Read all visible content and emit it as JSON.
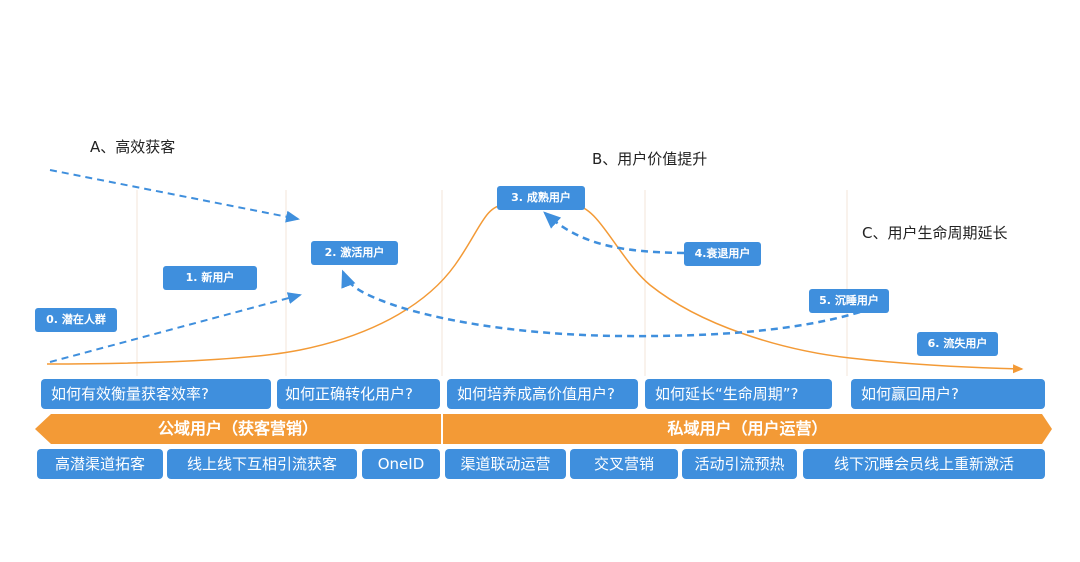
{
  "headings": {
    "a": "A、高效获客",
    "b": "B、用户价值提升",
    "c": "C、用户生命周期延长"
  },
  "stages": [
    "0. 潜在人群",
    "1. 新用户",
    "2. 激活用户",
    "3. 成熟用户",
    "4.衰退用户",
    "5. 沉睡用户",
    "6. 流失用户"
  ],
  "questions": [
    "如何有效衡量获客效率?",
    "如何正确转化用户?",
    "如何培养成高价值用户?",
    "如何延长“生命周期”?",
    "如何赢回用户?"
  ],
  "banners": {
    "public": "公域用户（获客营销）",
    "private": "私域用户（用户运营）"
  },
  "tactics": [
    "高潜渠道拓客",
    "线上线下互相引流获客",
    "OneID",
    "渠道联动运营",
    "交叉营销",
    "活动引流预热",
    "线下沉睡会员线上重新激活"
  ],
  "colors": {
    "blue": "#3f8fdd",
    "orange": "#f39a36"
  }
}
